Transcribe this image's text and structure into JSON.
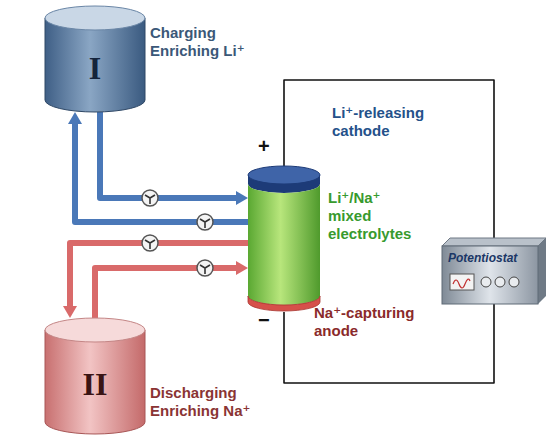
{
  "diagram": {
    "nodes": [
      {
        "text": [
          "I",
          "Charging Enriching Li⁺"
        ]
      },
      {
        "text": [
          "II",
          "Discharging Enriching Na⁺"
        ]
      },
      {
        "text": [
          "Li⁺-releasing cathode"
        ]
      },
      {
        "text": [
          "Li⁺/Na⁺ mixed electrolytes"
        ]
      },
      {
        "text": [
          "Na⁺-capturing anode"
        ]
      },
      {
        "text": [
          "Potentiostat"
        ]
      }
    ],
    "edges": [
      {
        "from": 3,
        "to": 0,
        "arrow": "to"
      },
      {
        "from": 0,
        "to": 3,
        "arrow": "to"
      },
      {
        "from": 3,
        "to": 1,
        "arrow": "to"
      },
      {
        "from": 1,
        "to": 3,
        "arrow": "to"
      },
      {
        "from": 2,
        "to": 5,
        "arrow": "none"
      },
      {
        "from": 4,
        "to": 5,
        "arrow": "none"
      }
    ],
    "labels": [
      "+",
      "−"
    ]
  }
}
